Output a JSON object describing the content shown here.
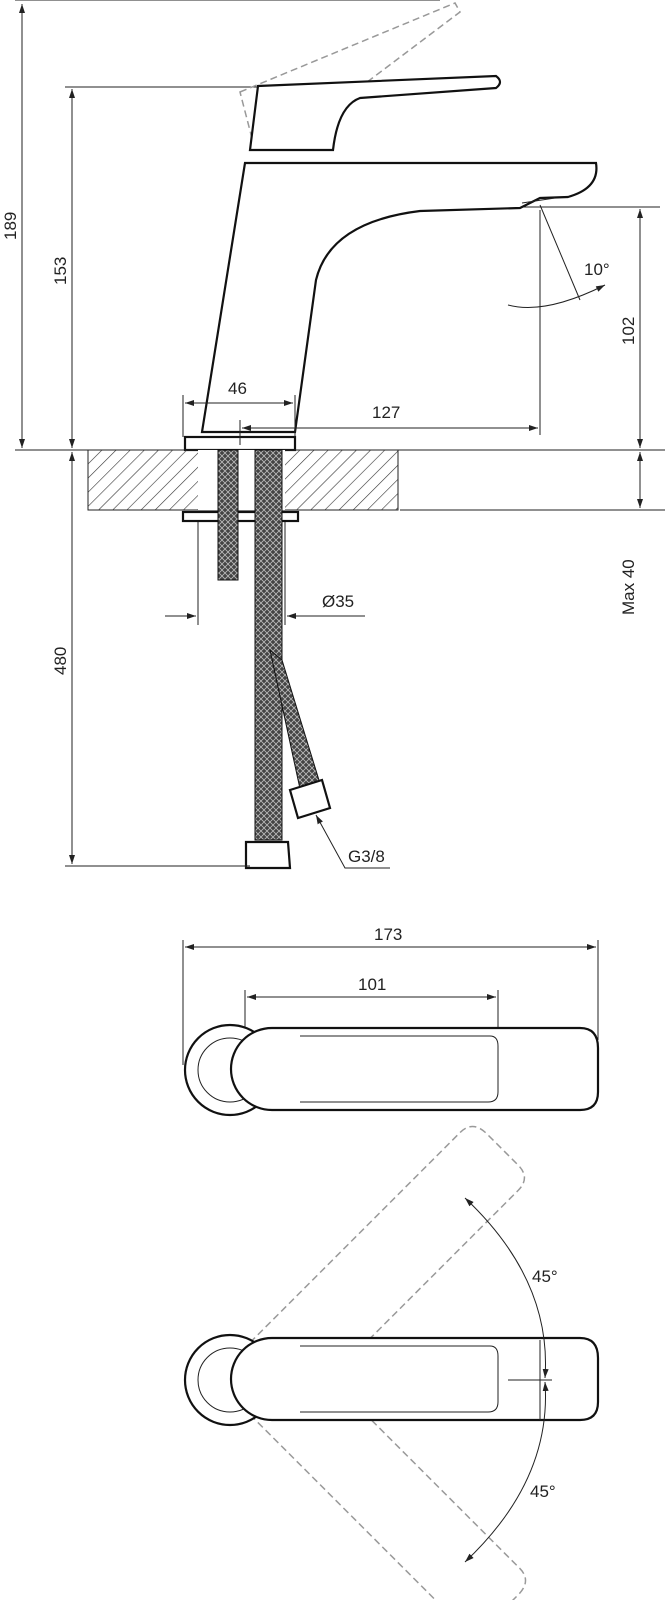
{
  "side_view": {
    "dim_total_height": "189",
    "dim_body_height": "153",
    "dim_spout_angle": "10°",
    "dim_spout_height": "102",
    "dim_base_width": "46",
    "dim_reach": "127",
    "dim_max_counter": "Max 40",
    "dim_hole_diameter": "Ø35",
    "dim_hose_length": "480",
    "dim_connection": "G3/8"
  },
  "top_view": {
    "dim_total_length": "173",
    "dim_handle_length": "101"
  },
  "rotation_view": {
    "angle_up": "45°",
    "angle_down": "45°"
  }
}
